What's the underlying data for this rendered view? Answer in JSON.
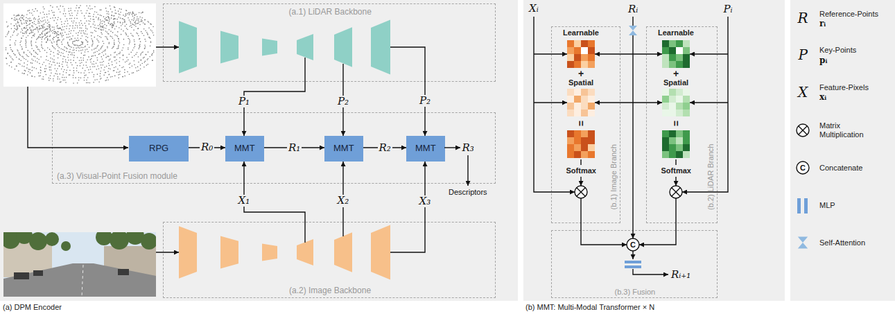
{
  "diagram": {
    "nodes": [
      {
        "text": [
          "(a) DPM Encoder"
        ]
      },
      {
        "text": [
          "(a.1) LiDAR Backbone"
        ],
        "in": 0
      },
      {
        "text": [
          "(a.3) Visual-Point Fusion module"
        ],
        "in": 0
      },
      {
        "text": [
          "RPG"
        ],
        "in": 2
      },
      {
        "text": [
          "MMT"
        ],
        "in": 2
      },
      {
        "text": [
          "MMT"
        ],
        "in": 2
      },
      {
        "text": [
          "MMT"
        ],
        "in": 2
      },
      {
        "text": [
          "(a.2) Image Backbone"
        ],
        "in": 0
      },
      {
        "text": [
          "(b) MMT: Multi-Modal Transformer × N"
        ]
      },
      {
        "text": [
          "(b.1) Image Branch"
        ],
        "in": 8
      },
      {
        "text": [
          "(b.2) LiDAR Branch"
        ],
        "in": 8
      },
      {
        "text": [
          "(b.3) Fusion"
        ],
        "in": 8
      }
    ],
    "edges": [
      {
        "from": 1,
        "to": 4,
        "arrow": "to",
        "label": "P₁"
      },
      {
        "from": 1,
        "to": 5,
        "arrow": "to",
        "label": "P₂"
      },
      {
        "from": 1,
        "to": 6,
        "arrow": "to",
        "label": "P₂"
      },
      {
        "from": 3,
        "to": 4,
        "arrow": "to",
        "label": "R₀"
      },
      {
        "from": 4,
        "to": 5,
        "arrow": "to",
        "label": "R₁"
      },
      {
        "from": 5,
        "to": 6,
        "arrow": "to",
        "label": "R₂"
      },
      {
        "from": 7,
        "to": 4,
        "arrow": "to",
        "label": "X₁"
      },
      {
        "from": 7,
        "to": 5,
        "arrow": "to",
        "label": "X₂"
      },
      {
        "from": 7,
        "to": 6,
        "arrow": "to",
        "label": "X₃"
      }
    ],
    "labels": [
      "R₃",
      "Descriptors",
      "Xᵢ",
      "Rᵢ",
      "Pᵢ",
      "Learnable",
      "+",
      "Spatial",
      "=",
      "Softmax",
      "Learnable",
      "+",
      "Spatial",
      "=",
      "Softmax",
      "C",
      "Rᵢ₊₁",
      "R",
      "rᵢ",
      "P",
      "pᵢ",
      "X",
      "xᵢ",
      "C"
    ],
    "legend": [
      {
        "text": "Reference-Points"
      },
      {
        "text": "Key-Points"
      },
      {
        "text": "Feature-Pixels"
      },
      {
        "text": "Matrix Multiplication"
      },
      {
        "text": "Concatenate"
      },
      {
        "text": "MLP"
      },
      {
        "text": "Self-Attention"
      }
    ]
  }
}
